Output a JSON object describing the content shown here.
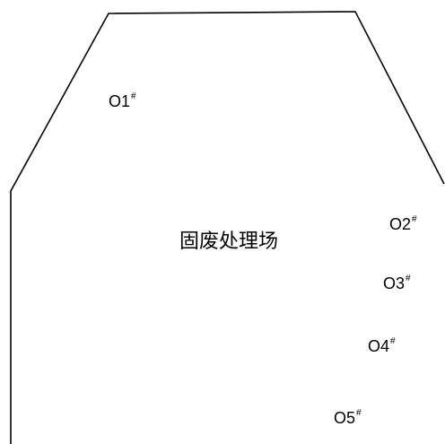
{
  "site": {
    "name": "固废处理场"
  },
  "monitoring_points": [
    {
      "id": "O1",
      "mark": "#"
    },
    {
      "id": "O2",
      "mark": "#"
    },
    {
      "id": "O3",
      "mark": "#"
    },
    {
      "id": "O4",
      "mark": "#"
    },
    {
      "id": "O5",
      "mark": "#"
    }
  ],
  "colors": {
    "line": "#000000",
    "text": "#000000",
    "background": "#ffffff"
  }
}
